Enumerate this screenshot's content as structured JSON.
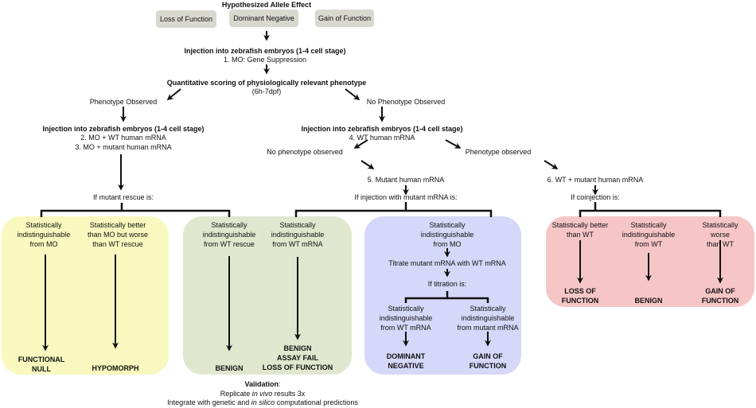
{
  "title": "Hypothesized Allele Effect",
  "allele_effects": [
    "Loss of Function",
    "Dominant Negative",
    "Gain of Function"
  ],
  "step1": {
    "title": "Injection into zebrafish embryos (1-4 cell stage)",
    "sub": "1. MO: Gene Suppression"
  },
  "scoring": {
    "title": "Quantitative scoring of physiologically relevant phenotype",
    "sub": "(6h-7dpf)"
  },
  "left": {
    "branch": "Phenotype Observed",
    "injection_title": "Injection into zebrafish embryos (1-4 cell stage)",
    "injection_sub": "2. MO + WT human mRNA\n3. MO + mutant human mRNA",
    "condition": "If mutant rescue is:",
    "outcomes": [
      {
        "condition": "Statistically\nindistinguishable\nfrom MO",
        "result": "FUNCTIONAL\nNULL"
      },
      {
        "condition": "Statistically better\nthan MO but worse\nthan WT rescue",
        "result": "HYPOMORPH"
      },
      {
        "condition": "Statistically\nindistinguishable\nfrom WT rescue",
        "result": "BENIGN"
      }
    ]
  },
  "right": {
    "branch": "No Phenotype Observed",
    "injection_title": "Injection into zebrafish embryos (1-4 cell stage)",
    "injection_sub": "4. WT human mRNA",
    "no_phenotype": "No phenotype observed",
    "phenotype": "Phenotype observed",
    "step5": "5.  Mutant human mRNA",
    "step6": "6.  WT + mutant human mRNA",
    "condition5": "If injection with mutant mRNA is:",
    "condition6": "If coinjection is:",
    "mutant_outcomes": [
      {
        "condition": "Statistically\nindistinguishable\nfrom WT mRNA",
        "result": "BENIGN\nASSAY FAIL\nLOSS OF FUNCTION"
      }
    ],
    "titration": {
      "condition": "Statistically\nindistinguishable\nfrom MO",
      "step": "Titrate mutant mRNA with WT mRNA",
      "if": "If titration is:",
      "outcomes": [
        {
          "condition": "Statistically\nindistinguishable\nfrom WT mRNA",
          "result": "DOMINANT\nNEGATIVE"
        },
        {
          "condition": "Statistically\nindistinguishable\nfrom mutant mRNA",
          "result": "GAIN OF\nFUNCTION"
        }
      ]
    },
    "coinjection_outcomes": [
      {
        "condition": "Statistically better\nthan WT",
        "result": "LOSS OF\nFUNCTION"
      },
      {
        "condition": "Statistically\nindistinguishable\nfrom WT",
        "result": "BENIGN"
      },
      {
        "condition": "Statistically worse\nthan WT",
        "result": "GAIN OF\nFUNCTION"
      }
    ]
  },
  "validation": {
    "title": "Validation",
    "line1_a": "Replicate ",
    "line1_i": "in vivo",
    "line1_b": " results 3x",
    "line2_a": "Integrate with genetic and ",
    "line2_i": "in silico",
    "line2_b": " computational predictions"
  },
  "colors": {
    "loss_box": "#f8f8bf",
    "benign_box": "#dfe8cf",
    "dominant_box": "#d5d8f8",
    "coinjection_box": "#f6c6c6",
    "pill": "#d8d8cf"
  }
}
